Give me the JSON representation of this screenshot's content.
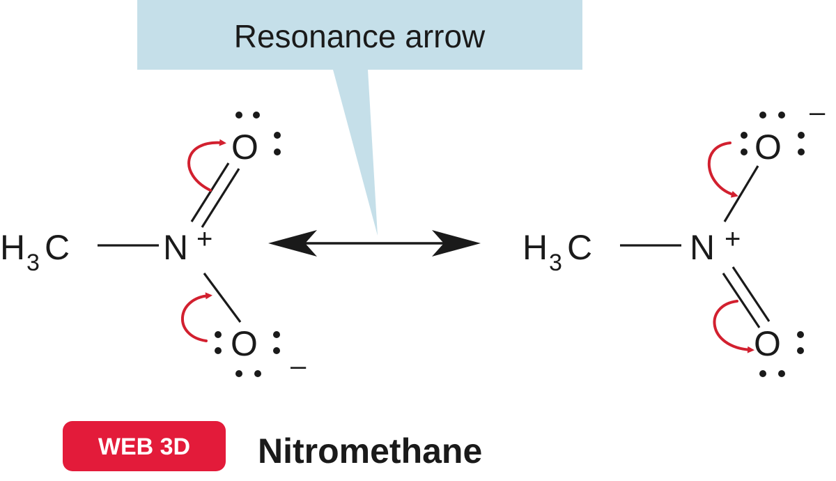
{
  "callout": {
    "label": "Resonance arrow",
    "fill": "#c5dfe9"
  },
  "structure_left": {
    "methyl_C": "C",
    "methyl_H": "H",
    "methyl_sub": "3",
    "nitrogen": "N",
    "nitrogen_charge": "+",
    "oxygen_top": "O",
    "oxygen_bottom": "O",
    "oxygen_bottom_charge": "–"
  },
  "structure_right": {
    "methyl_C": "C",
    "methyl_H": "H",
    "methyl_sub": "3",
    "nitrogen": "N",
    "nitrogen_charge": "+",
    "oxygen_top": "O",
    "oxygen_top_charge": "–",
    "oxygen_bottom": "O"
  },
  "badge": {
    "label": "WEB 3D",
    "color": "#e31b3a"
  },
  "caption": "Nitromethane",
  "colors": {
    "curly_arrow": "#d2202f",
    "ink": "#1a1a1a"
  }
}
